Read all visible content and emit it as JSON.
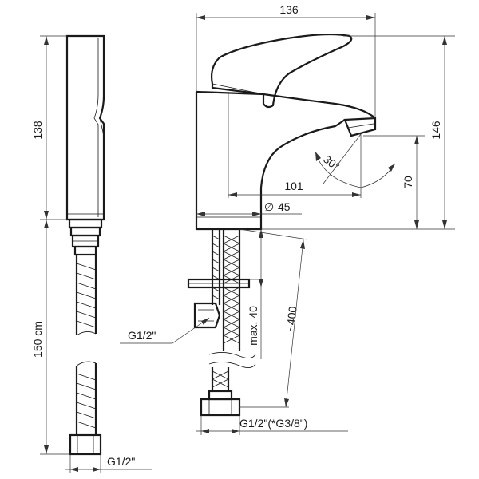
{
  "labels": {
    "overall_width": "136",
    "overall_height": "146",
    "spout_reach": "101",
    "spout_height": "70",
    "angle": "30°",
    "body_diameter": "45",
    "diameter_symbol": "∅",
    "shower_head_length": "138",
    "hose_length": "150 cm",
    "max_thickness": "max. 40",
    "supply_hose_length": "~400",
    "thread_left": "G1/2\"",
    "thread_bottom": "G1/2\"(*G3/8\")",
    "thread_hose": "G1/2\""
  }
}
